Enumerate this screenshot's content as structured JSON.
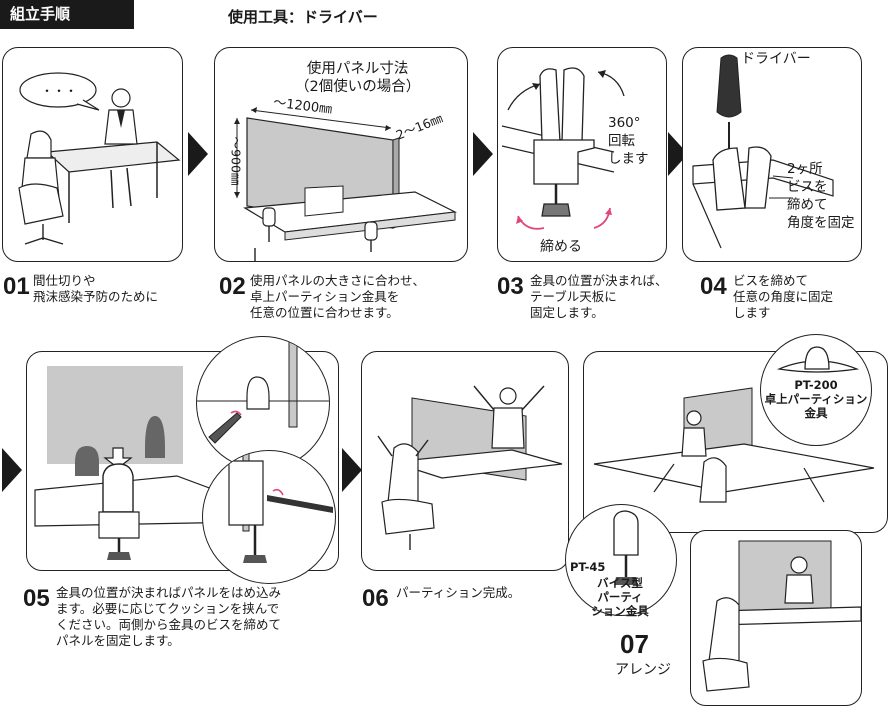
{
  "header": {
    "title": "組立手順",
    "tools": "使用工具：ドライバー"
  },
  "steps": [
    {
      "num": "01",
      "text": "間仕切りや\n飛沫感染予防のために"
    },
    {
      "num": "02",
      "text": "使用パネルの大きさに合わせ、\n卓上パーティション金具を\n任意の位置に合わせます。"
    },
    {
      "num": "03",
      "text": "金具の位置が決まれば、\nテーブル天板に\n固定します。"
    },
    {
      "num": "04",
      "text": "ビスを締めて\n任意の角度に固定\nします"
    },
    {
      "num": "05",
      "text": "金具の位置が決まればパネルをはめ込み\nます。必要に応じてクッションを挟んで\nください。両側から金具のビスを締めて\nパネルを固定します。"
    },
    {
      "num": "06",
      "text": "パーティション完成。"
    },
    {
      "num": "07",
      "text": "アレンジ"
    }
  ],
  "panel1": {
    "speech": "・・・"
  },
  "panel2": {
    "size_title": "使用パネル寸法\n（2個使いの場合）",
    "width": "〜1200㎜",
    "height": "〜900㎜",
    "thickness": "2〜16㎜"
  },
  "panel3": {
    "rotate": "360°\n回転\nします",
    "tighten": "締める"
  },
  "panel4": {
    "driver": "ドライバー",
    "note": "2ヶ所\nビスを\n締めて\n角度を固定"
  },
  "products": {
    "pt200_code": "PT-200",
    "pt200_name": "卓上パーティション\n金具",
    "pt45_code": "PT-45",
    "pt45_name": "バイス型\nパーティ\nション金具"
  },
  "colors": {
    "panel_glass": "#c9c9c9",
    "arrow_pink": "#e0457b",
    "ink": "#1a1a1a"
  }
}
